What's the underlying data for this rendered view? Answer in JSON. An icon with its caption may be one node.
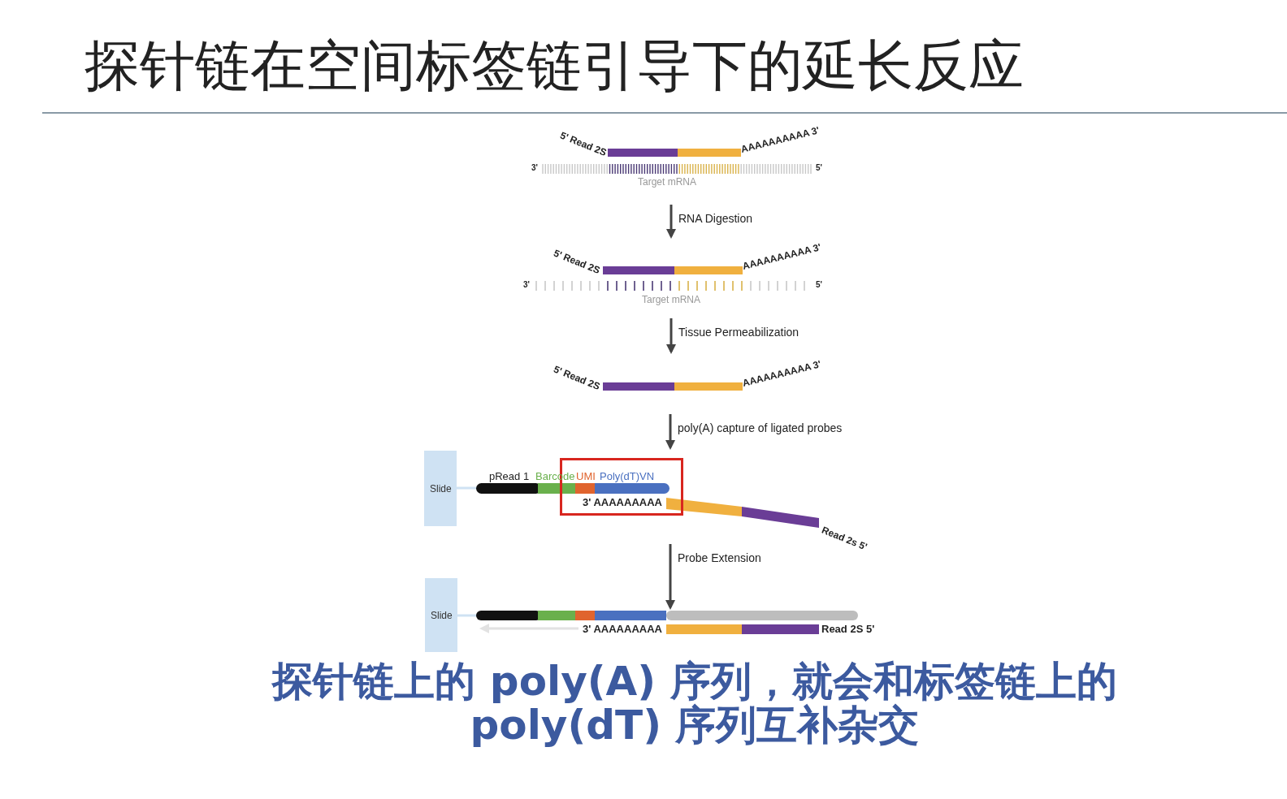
{
  "diagram": {
    "title": "探针链在空间标签链引导下的延长反应",
    "caption": "探针链上的 poly(A) 序列，就会和标签链上的poly(dT) 序列互补杂交",
    "nodes": [
      {
        "text": [
          "5' Read 2S",
          "AAAAAAAAAA 3'",
          "3'",
          "5'",
          "Target mRNA"
        ]
      },
      {
        "text": [
          "5' Read 2S",
          "AAAAAAAAAA 3'",
          "3'",
          "5'",
          "Target mRNA"
        ]
      },
      {
        "text": [
          "5' Read 2S",
          "AAAAAAAAAA 3'"
        ]
      },
      {
        "text": [
          "pRead 1",
          "Barcode",
          "UMI",
          "Poly(dT)VN",
          "3' AAAAAAAAA",
          "Read 2s 5'"
        ]
      },
      {
        "text": [
          "Slide"
        ]
      },
      {
        "text": [
          "3' AAAAAAAAA",
          "Read 2S 5'"
        ]
      },
      {
        "text": [
          "Slide"
        ]
      }
    ],
    "edges": [
      {
        "from": 0,
        "to": 1,
        "arrow": "to",
        "label": "RNA Digestion"
      },
      {
        "from": 1,
        "to": 2,
        "arrow": "to",
        "label": "Tissue Permeabilization"
      },
      {
        "from": 2,
        "to": 3,
        "arrow": "to",
        "label": "poly(A) capture of ligated probes"
      },
      {
        "from": 3,
        "to": 5,
        "arrow": "to",
        "label": "Probe Extension"
      }
    ]
  }
}
